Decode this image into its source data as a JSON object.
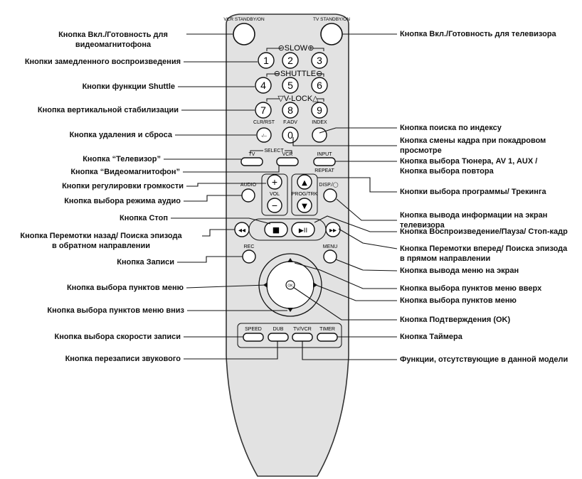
{
  "remote": {
    "top_labels": {
      "vcr_standby": "VCR STANDBY/ON",
      "tv_standby": "TV STANDBY/ON"
    },
    "group_labels": {
      "slow": "SLOW",
      "shuttle": "SHUTTLE",
      "vlock": "V-LOCK",
      "select": "SELECT"
    },
    "digits": [
      "1",
      "2",
      "3",
      "4",
      "5",
      "6",
      "7",
      "8",
      "9",
      "0"
    ],
    "small_labels": {
      "clr_rst": "CLR/RST",
      "f_adv": "F.ADV",
      "index": "INDEX",
      "tv": "TV",
      "vcr": "VCR",
      "input": "INPUT",
      "repeat": "REPEAT",
      "audio": "AUDIO",
      "vol": "VOL",
      "prog_trk": "PROG/TRK",
      "disp": "DISP./",
      "rec": "REC",
      "menu": "MENU",
      "ok": "OK",
      "speed": "SPEED",
      "dub": "DUB",
      "tv_vcr": "TV/VCR",
      "timer": "TIMER"
    },
    "glyphs": {
      "minus": "−",
      "plus": "+",
      "up": "▲",
      "down": "▼",
      "rew": "◂◂",
      "ff": "▸▸",
      "stop": "■",
      "play": "▶II",
      "clr_sym": "-/--"
    }
  },
  "labels": {
    "left": [
      "Кнопка Вкл./Готовность для\nвидеомагнитофона",
      "Кнопки замедленного воспроизведения",
      "Кнопки функции Shuttle",
      "Кнопка вертикальной стабилизации",
      "Кнопка удаления и сброса",
      "Кнопка “Телевизор”",
      "Кнопка “Видеомагнитофон”",
      "Кнопки регулировки громкости",
      "Кнопка выбора режима аудио",
      "Кнопка Стоп",
      "Кнопка Перемотки назад/ Поиска эпизода\nв обратном направлении",
      "Кнопка Записи",
      "Кнопка выбора пунктов меню",
      "Кнопка выбора пунктов меню вниз",
      "Кнопка выбора скорости записи",
      "Кнопка перезаписи звукового"
    ],
    "right": [
      "Кнопка Вкл./Готовность для телевизора",
      "Кнопка поиска по индексу",
      "Кнопка смены кадра при покадровом\nпросмотре",
      "Кнопка выбора Тюнера, AV 1, AUX /\nКнопка выбора повтора",
      "Кнопки выбора программы/ Трекинга",
      "Кнопка вывода информации на экран\nтелевизора",
      "Кнопка Воспроизведение/Пауза/ Стоп-кадр",
      "Кнопка Перемотки вперед/ Поиска эпизода\nв прямом направлении",
      "Кнопка вывода меню на экран",
      "Кнопка выбора пунктов меню вверх",
      "Кнопка выбора пунктов меню",
      "Кнопка Подтверждения (OK)",
      "Кнопка Таймера",
      "Функции, отсутствующие в данной модели"
    ]
  },
  "colors": {
    "body": "#e2e2e2",
    "body_edge": "#333333",
    "line": "#111111",
    "button": "#ffffff"
  }
}
